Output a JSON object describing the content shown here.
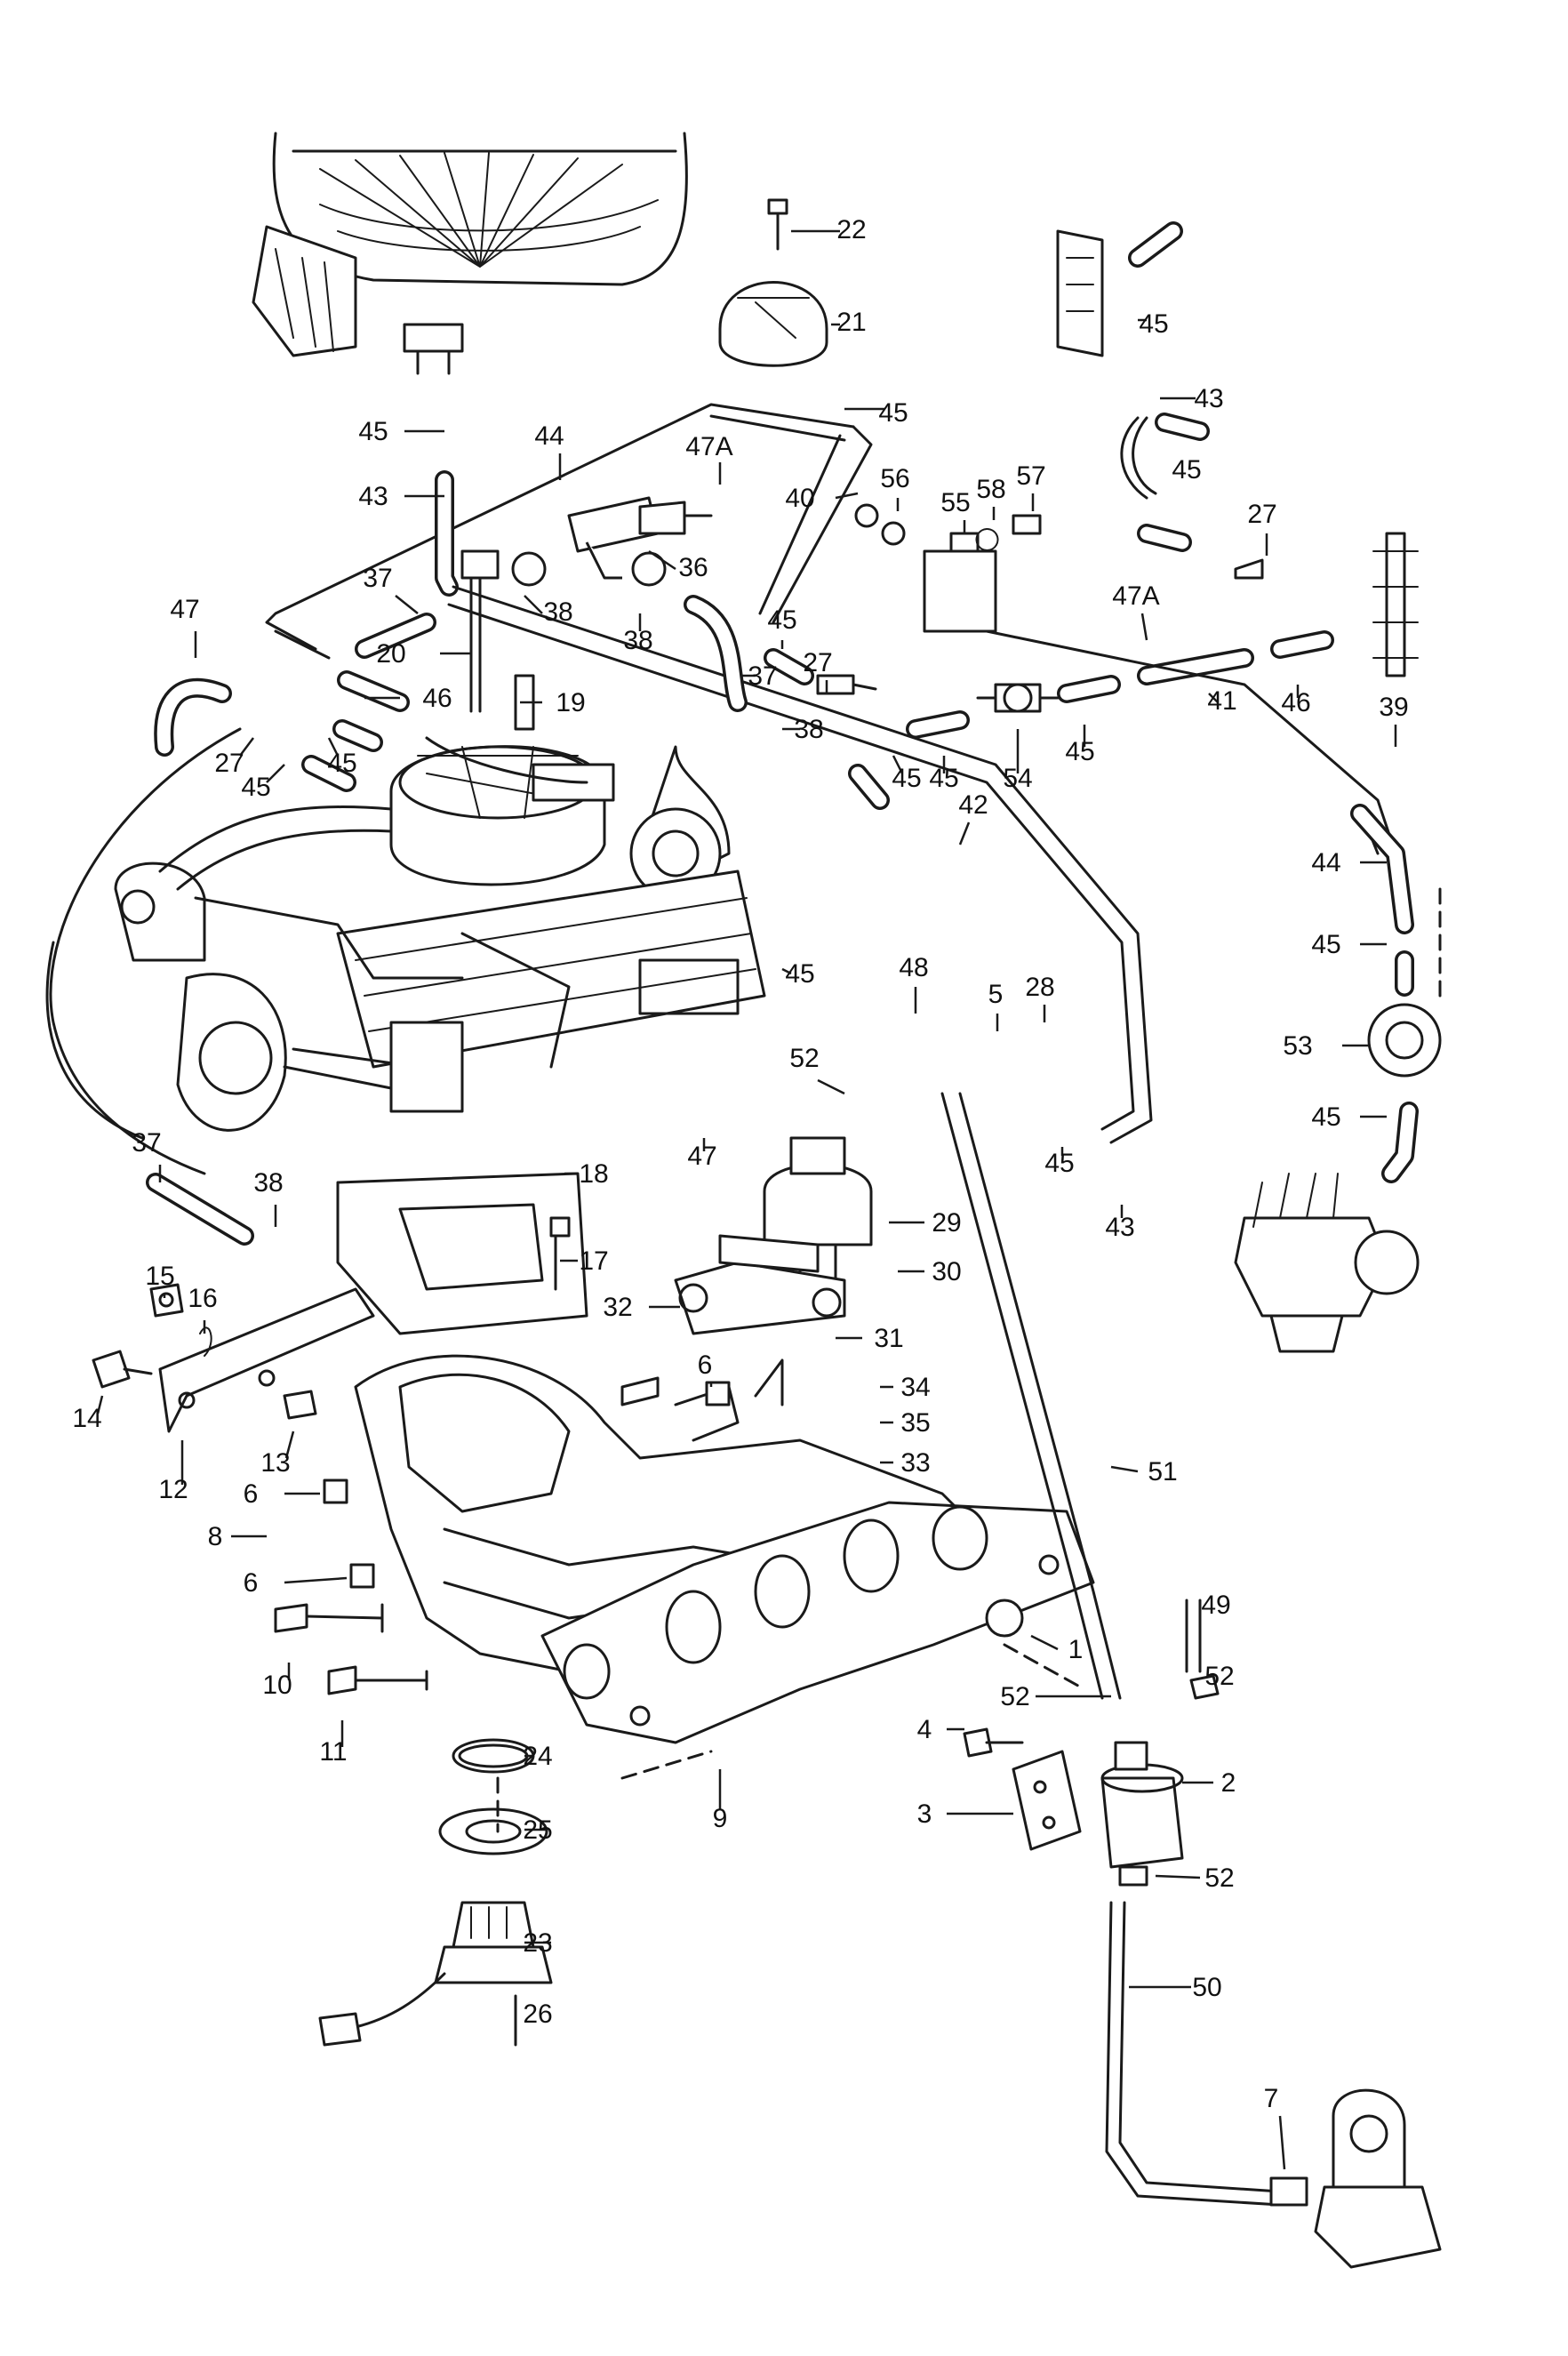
{
  "callouts": [
    {
      "label": "22"
    },
    {
      "label": "21"
    },
    {
      "label": "45"
    },
    {
      "label": "45"
    },
    {
      "label": "43"
    },
    {
      "label": "45"
    },
    {
      "label": "43"
    },
    {
      "label": "44"
    },
    {
      "label": "47A"
    },
    {
      "label": "40"
    },
    {
      "label": "56"
    },
    {
      "label": "55"
    },
    {
      "label": "58"
    },
    {
      "label": "57"
    },
    {
      "label": "45"
    },
    {
      "label": "27"
    },
    {
      "label": "47A"
    },
    {
      "label": "37"
    },
    {
      "label": "38"
    },
    {
      "label": "36"
    },
    {
      "label": "38"
    },
    {
      "label": "47"
    },
    {
      "label": "20"
    },
    {
      "label": "46"
    },
    {
      "label": "19"
    },
    {
      "label": "45"
    },
    {
      "label": "37"
    },
    {
      "label": "27"
    },
    {
      "label": "38"
    },
    {
      "label": "41"
    },
    {
      "label": "46"
    },
    {
      "label": "39"
    },
    {
      "label": "27"
    },
    {
      "label": "45"
    },
    {
      "label": "45"
    },
    {
      "label": "45"
    },
    {
      "label": "45"
    },
    {
      "label": "54"
    },
    {
      "label": "45"
    },
    {
      "label": "42"
    },
    {
      "label": "44"
    },
    {
      "label": "45"
    },
    {
      "label": "45"
    },
    {
      "label": "48"
    },
    {
      "label": "5"
    },
    {
      "label": "28"
    },
    {
      "label": "52"
    },
    {
      "label": "53"
    },
    {
      "label": "45"
    },
    {
      "label": "37"
    },
    {
      "label": "38"
    },
    {
      "label": "18"
    },
    {
      "label": "47"
    },
    {
      "label": "29"
    },
    {
      "label": "45"
    },
    {
      "label": "43"
    },
    {
      "label": "17"
    },
    {
      "label": "30"
    },
    {
      "label": "15"
    },
    {
      "label": "16"
    },
    {
      "label": "32"
    },
    {
      "label": "31"
    },
    {
      "label": "6"
    },
    {
      "label": "34"
    },
    {
      "label": "14"
    },
    {
      "label": "13"
    },
    {
      "label": "35"
    },
    {
      "label": "33"
    },
    {
      "label": "12"
    },
    {
      "label": "51"
    },
    {
      "label": "6"
    },
    {
      "label": "8"
    },
    {
      "label": "6"
    },
    {
      "label": "49"
    },
    {
      "label": "1"
    },
    {
      "label": "52"
    },
    {
      "label": "10"
    },
    {
      "label": "52"
    },
    {
      "label": "11"
    },
    {
      "label": "4"
    },
    {
      "label": "24"
    },
    {
      "label": "2"
    },
    {
      "label": "9"
    },
    {
      "label": "3"
    },
    {
      "label": "25"
    },
    {
      "label": "52"
    },
    {
      "label": "23"
    },
    {
      "label": "50"
    },
    {
      "label": "26"
    },
    {
      "label": "7"
    }
  ]
}
